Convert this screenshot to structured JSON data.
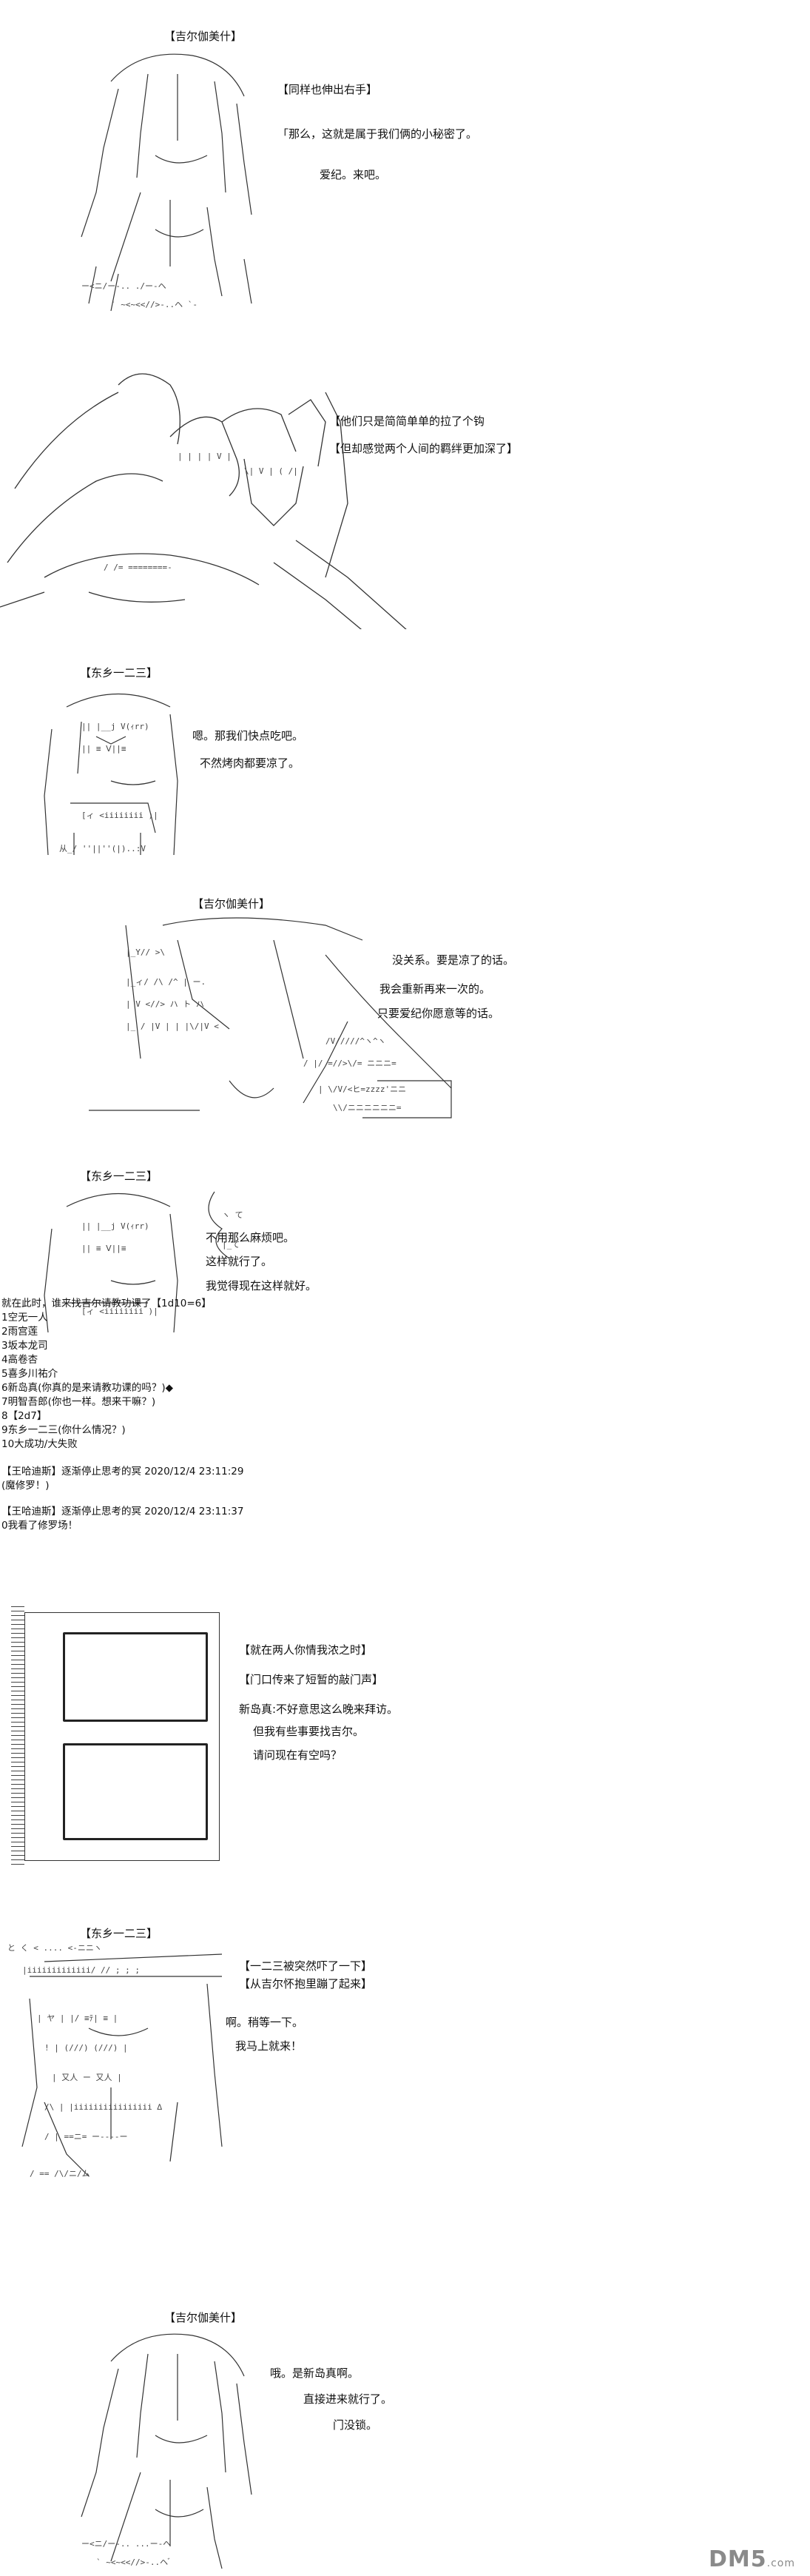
{
  "panel1": {
    "speaker": "【吉尔伽美什】",
    "lines": [
      "【同样也伸出右手】",
      "「那么，这就是属于我们俩的小秘密了。",
      "爱纪。来吧。"
    ]
  },
  "panel2": {
    "lines": [
      "【他们只是简简单单的拉了个钩",
      "【但却感觉两个人间的羁绊更加深了】"
    ]
  },
  "panel3": {
    "speaker": "【东乡一二三】",
    "lines": [
      "嗯。那我们快点吃吧。",
      "不然烤肉都要凉了。"
    ]
  },
  "panel4": {
    "speaker": "【吉尔伽美什】",
    "lines": [
      "没关系。要是凉了的话。",
      "我会重新再来一次的。",
      "只要爱纪你愿意等的话。"
    ]
  },
  "panel5": {
    "speaker": "【东乡一二三】",
    "lines": [
      "不用那么麻烦吧。",
      "这样就行了。",
      "我觉得现在这样就好。"
    ]
  },
  "log": {
    "lines": [
      "就在此时，谁来找吉尔请教功课了【1d10=6】",
      "1空无一人",
      "2雨宫莲",
      "3坂本龙司",
      "4高卷杏",
      "5喜多川祐介",
      "6新岛真(你真的是来请教功课的吗？)◆",
      "7明智吾郎(你也一样。想来干嘛？)",
      "8【2d7】",
      "9东乡一二三(你什么情况？)",
      "10大成功/大失败"
    ],
    "comments": [
      {
        "author": "【王哈迪斯】",
        "title": "逐渐停止思考的冥",
        "time": "2020/12/4 23:11:29",
        "text": "(魔修罗！)"
      },
      {
        "author": "【王哈迪斯】",
        "title": "逐渐停止思考的冥",
        "time": "2020/12/4 23:11:37",
        "text": "0我看了修罗场！"
      }
    ]
  },
  "panel6": {
    "lines": [
      "【就在两人你情我浓之时】",
      "【门口传来了短暂的敲门声】",
      "新岛真:不好意思这么晚来拜访。",
      "但我有些事要找吉尔。",
      "请问现在有空吗？"
    ]
  },
  "panel7": {
    "speaker": "【东乡一二三】",
    "lines": [
      "【一二三被突然吓了一下】",
      "【从吉尔怀抱里蹦了起来】",
      "啊。稍等一下。",
      "我马上就来！"
    ]
  },
  "panel8": {
    "speaker": "【吉尔伽美什】",
    "lines": [
      "哦。是新岛真啊。",
      "直接进来就行了。",
      "门没锁。"
    ]
  },
  "watermark": {
    "brand": "DM5",
    "suffix": ".com"
  },
  "colors": {
    "ink": "#111111",
    "line": "#333333",
    "background": "#ffffff"
  }
}
